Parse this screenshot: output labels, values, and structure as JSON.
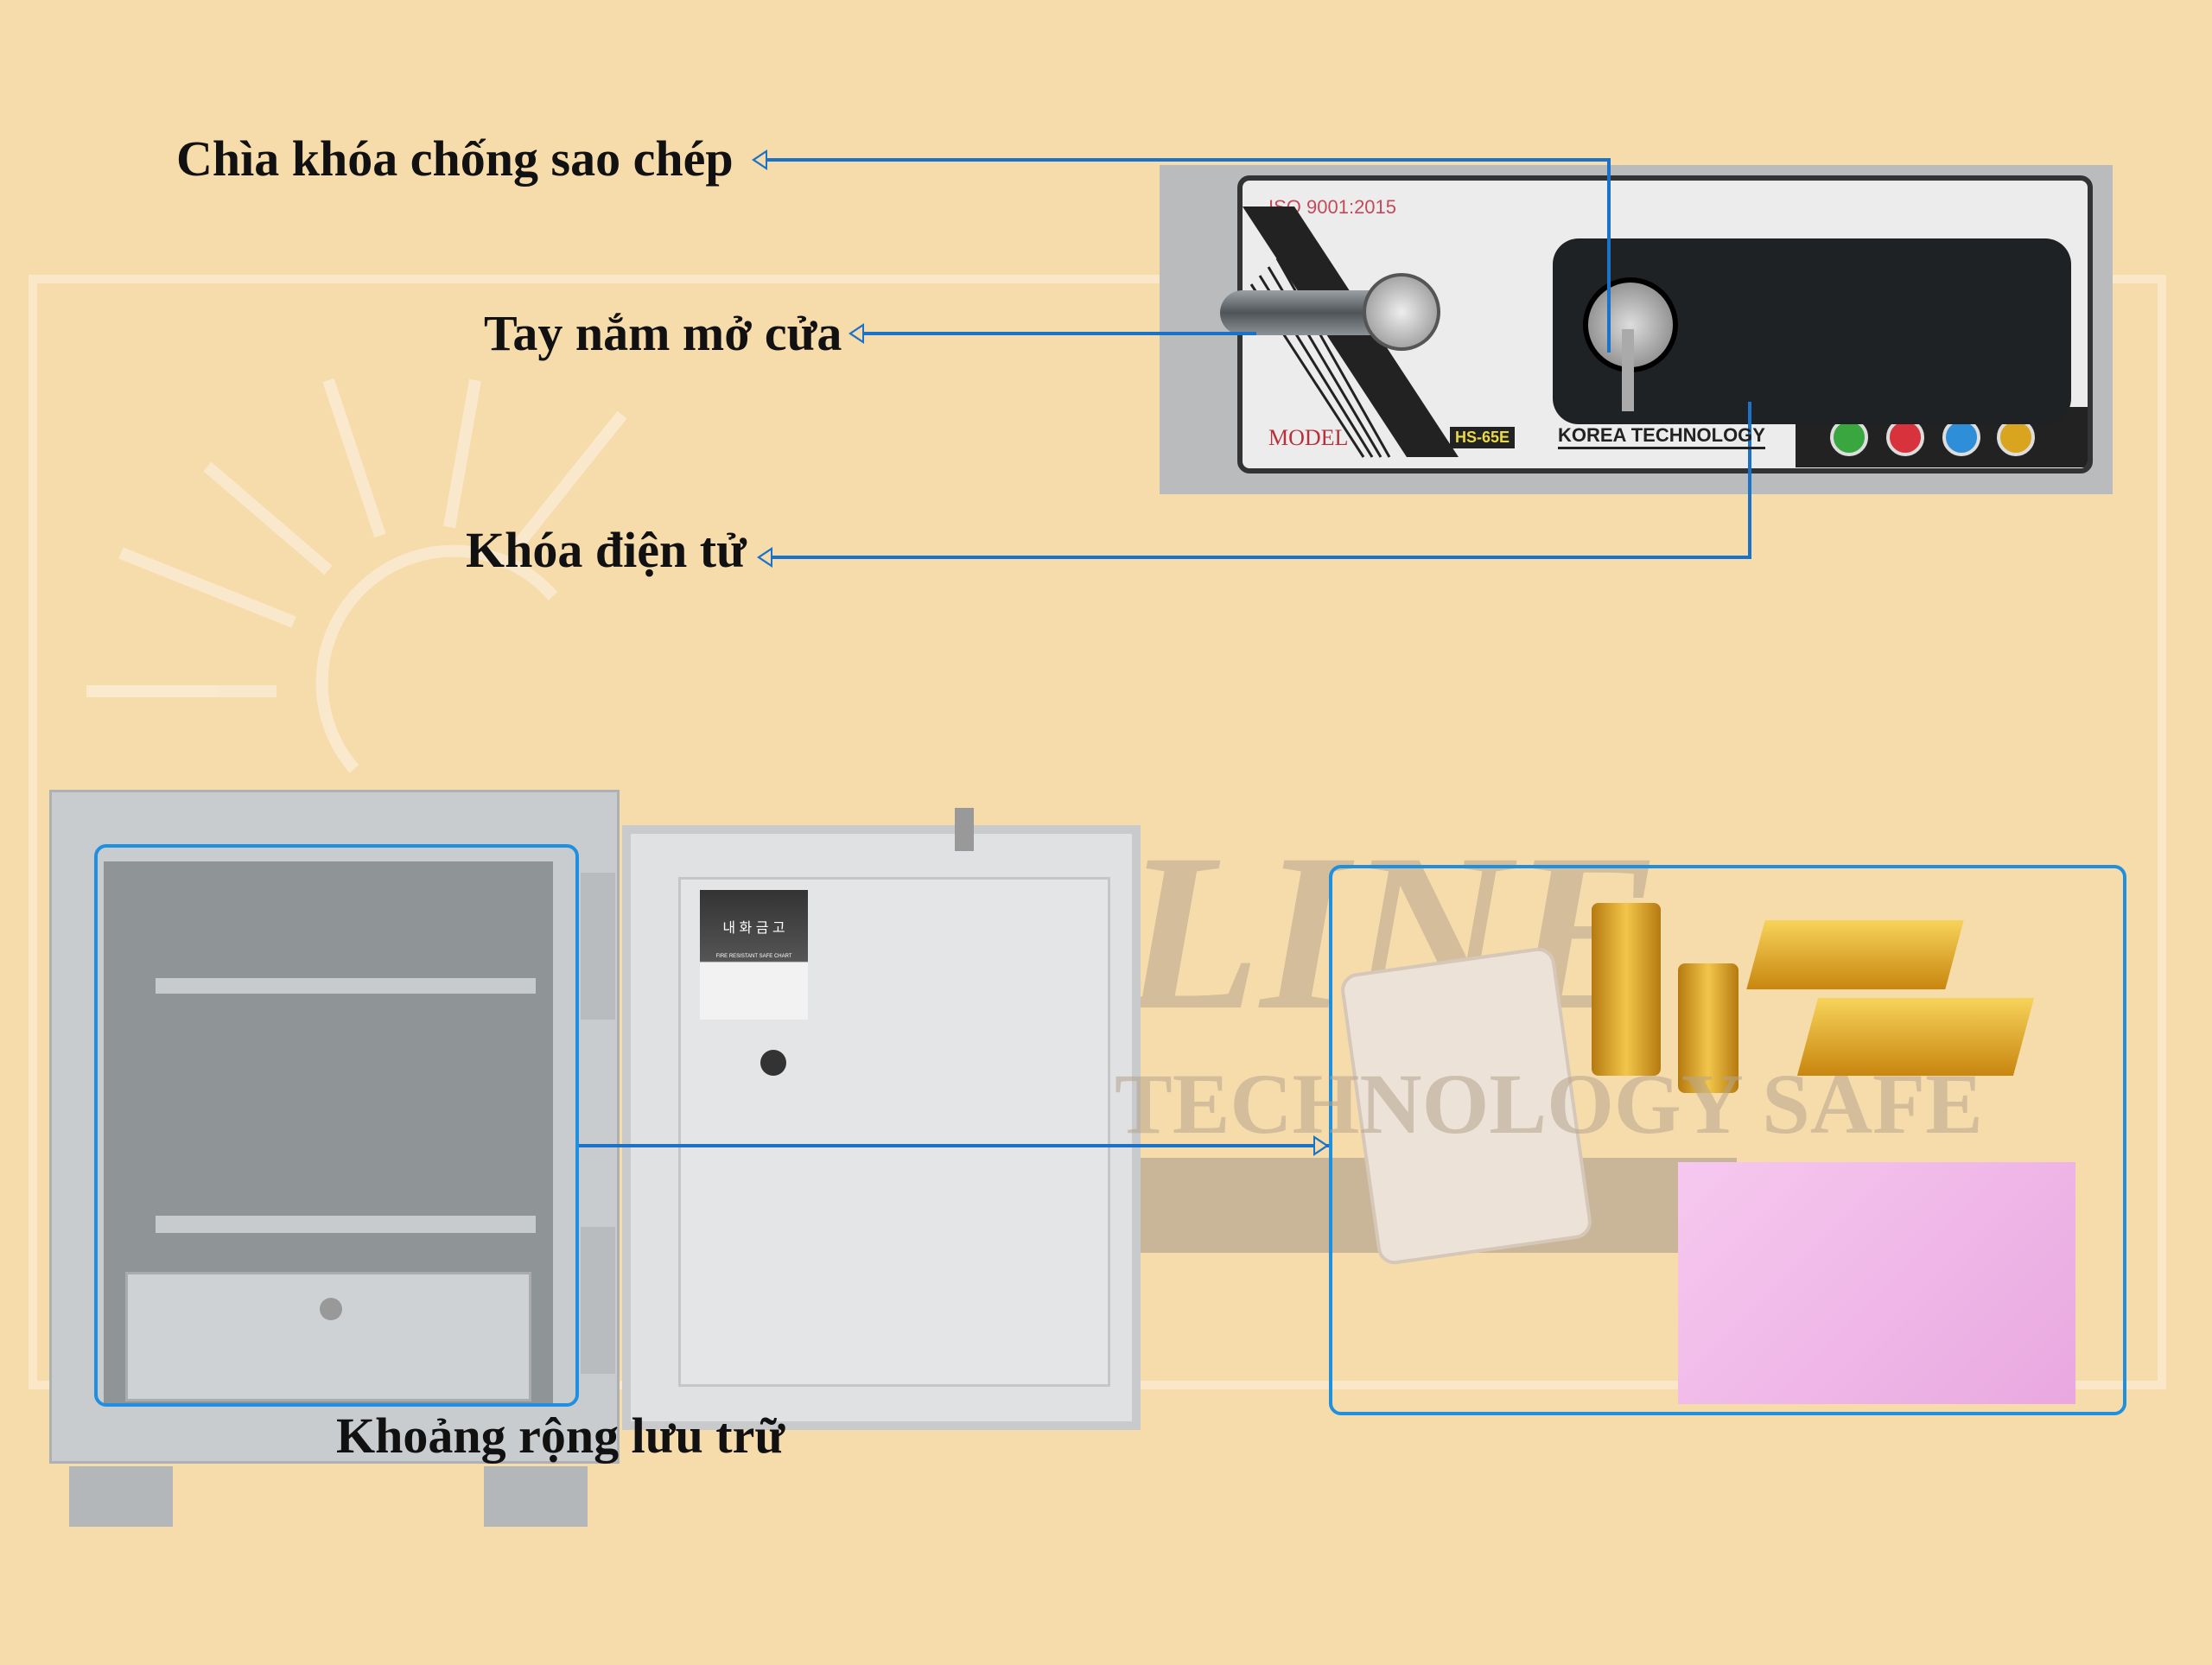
{
  "callouts": {
    "anti_copy_key": "Chìa khóa chống sao chép",
    "door_handle": "Tay nắm mở cửa",
    "electronic_lock": "Khóa điện tử",
    "storage_space": "Khoảng rộng lưu trữ"
  },
  "panel": {
    "iso": "ISO 9001:2015",
    "model_label": "MODEL",
    "model_value": "HS-65E",
    "brand": "KOREA TECHNOLOGY",
    "badges": [
      {
        "icon": "lock-icon",
        "color": "#3aa640"
      },
      {
        "icon": "thief-icon",
        "color": "#d8323c"
      },
      {
        "icon": "fire-icon",
        "color": "#2e8fd8"
      },
      {
        "icon": "gold-icon",
        "color": "#d9a51e"
      }
    ]
  },
  "door_plate": {
    "korean": "내 화 금 고",
    "chart": "FIRE RESISTANT SAFE CHART"
  },
  "watermark": {
    "brand": "LINE",
    "tagline": "TECHNOLOGY SAFE"
  },
  "colors": {
    "background": "#f6dbab",
    "accent": "#1a73c9"
  }
}
